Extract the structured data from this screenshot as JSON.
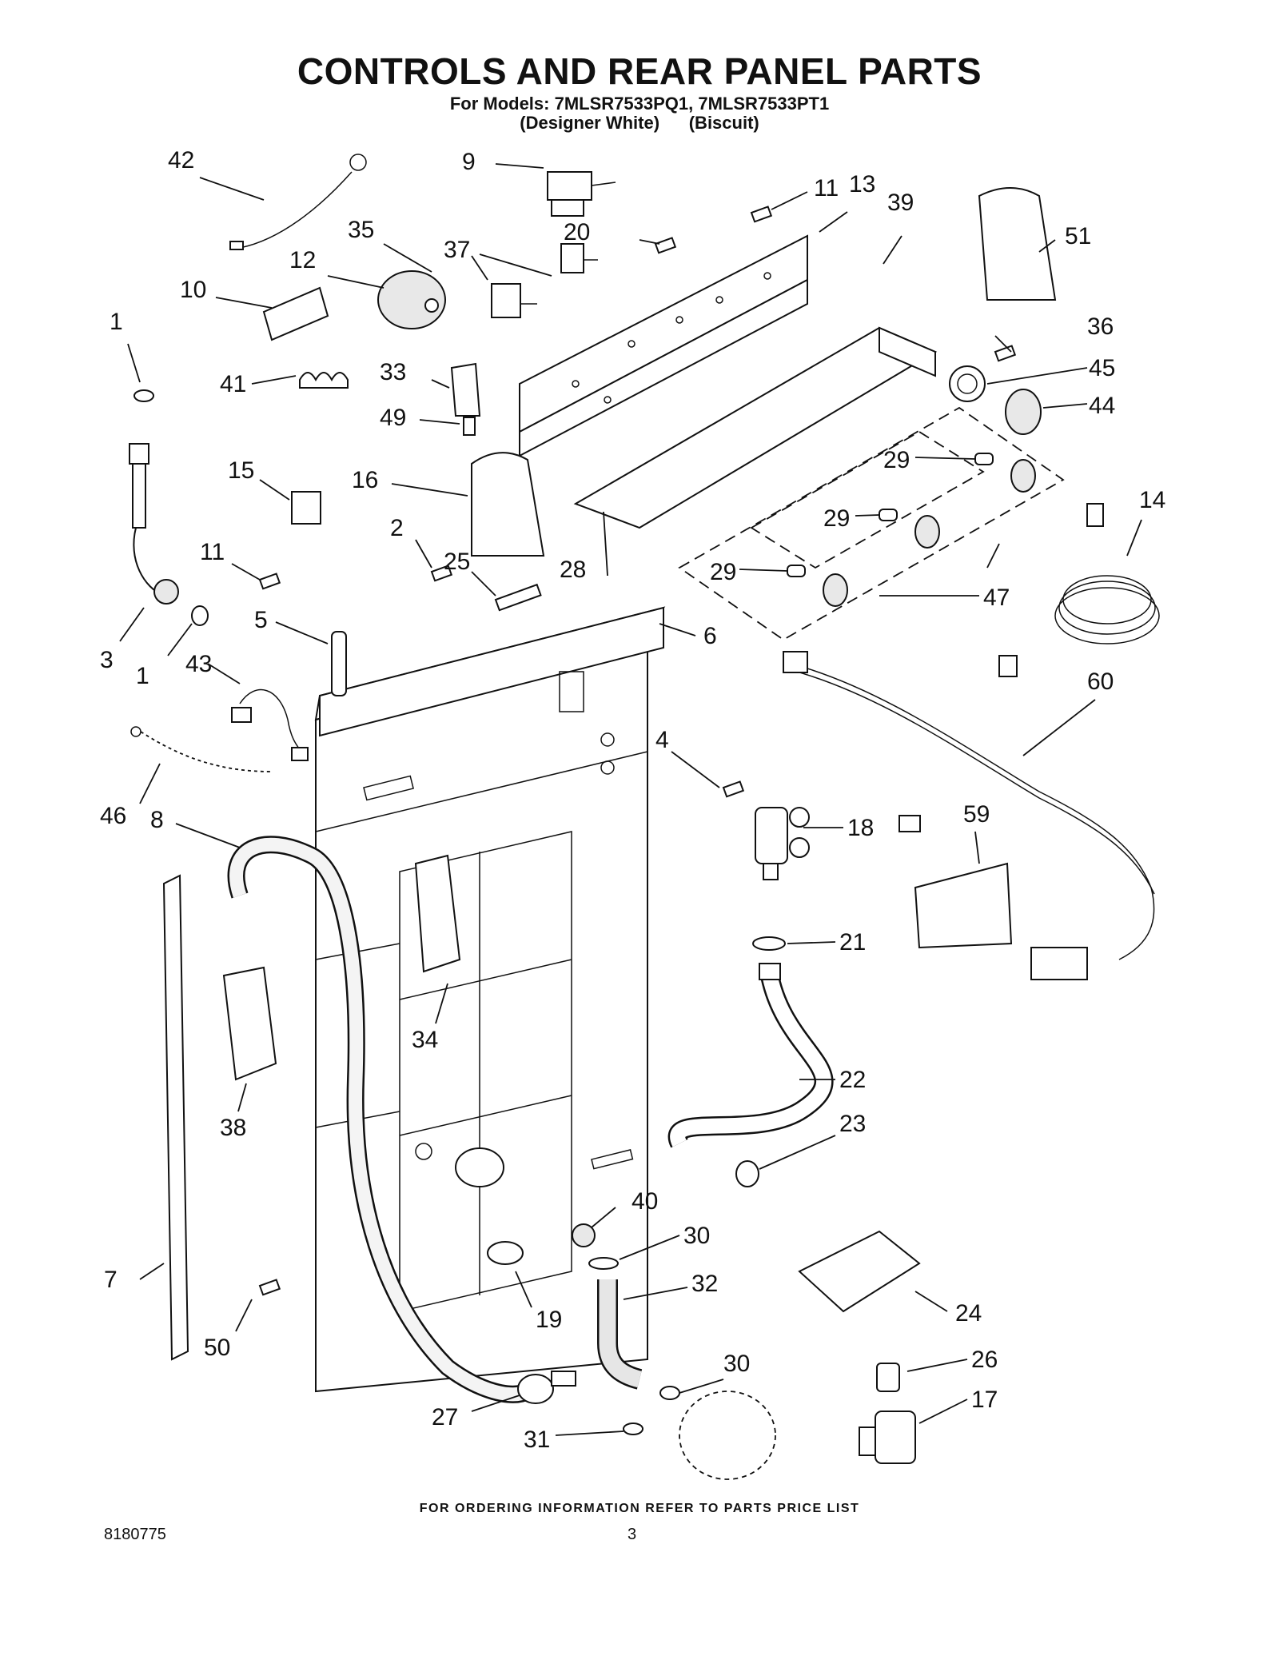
{
  "header": {
    "title": "CONTROLS AND REAR PANEL PARTS",
    "models_line": "For Models: 7MLSR7533PQ1, 7MLSR7533PT1",
    "colors_line": "(Designer White)      (Biscuit)"
  },
  "footer": {
    "ordering_note": "FOR ORDERING INFORMATION REFER TO PARTS PRICE LIST",
    "document_number": "8180775",
    "page_number": "3"
  },
  "callouts": {
    "c42": "42",
    "c9": "9",
    "c11a": "11",
    "c13": "13",
    "c39": "39",
    "c51": "51",
    "c35": "35",
    "c37": "37",
    "c20": "20",
    "c12": "12",
    "c10": "10",
    "c1a": "1",
    "c41": "41",
    "c33": "33",
    "c49": "49",
    "c36": "36",
    "c45": "45",
    "c44": "44",
    "c15": "15",
    "c16": "16",
    "c2": "2",
    "c25": "25",
    "c28": "28",
    "c29a": "29",
    "c29b": "29",
    "c29c": "29",
    "c14": "14",
    "c47": "47",
    "c11b": "11",
    "c5": "5",
    "c3": "3",
    "c1b": "1",
    "c43": "43",
    "c6": "6",
    "c60": "60",
    "c4": "4",
    "c18": "18",
    "c59": "59",
    "c46": "46",
    "c8": "8",
    "c21": "21",
    "c34": "34",
    "c38": "38",
    "c22": "22",
    "c23": "23",
    "c7": "7",
    "c40": "40",
    "c30a": "30",
    "c32": "32",
    "c19": "19",
    "c24": "24",
    "c50": "50",
    "c26": "26",
    "c30b": "30",
    "c17": "17",
    "c27": "27",
    "c31": "31"
  }
}
